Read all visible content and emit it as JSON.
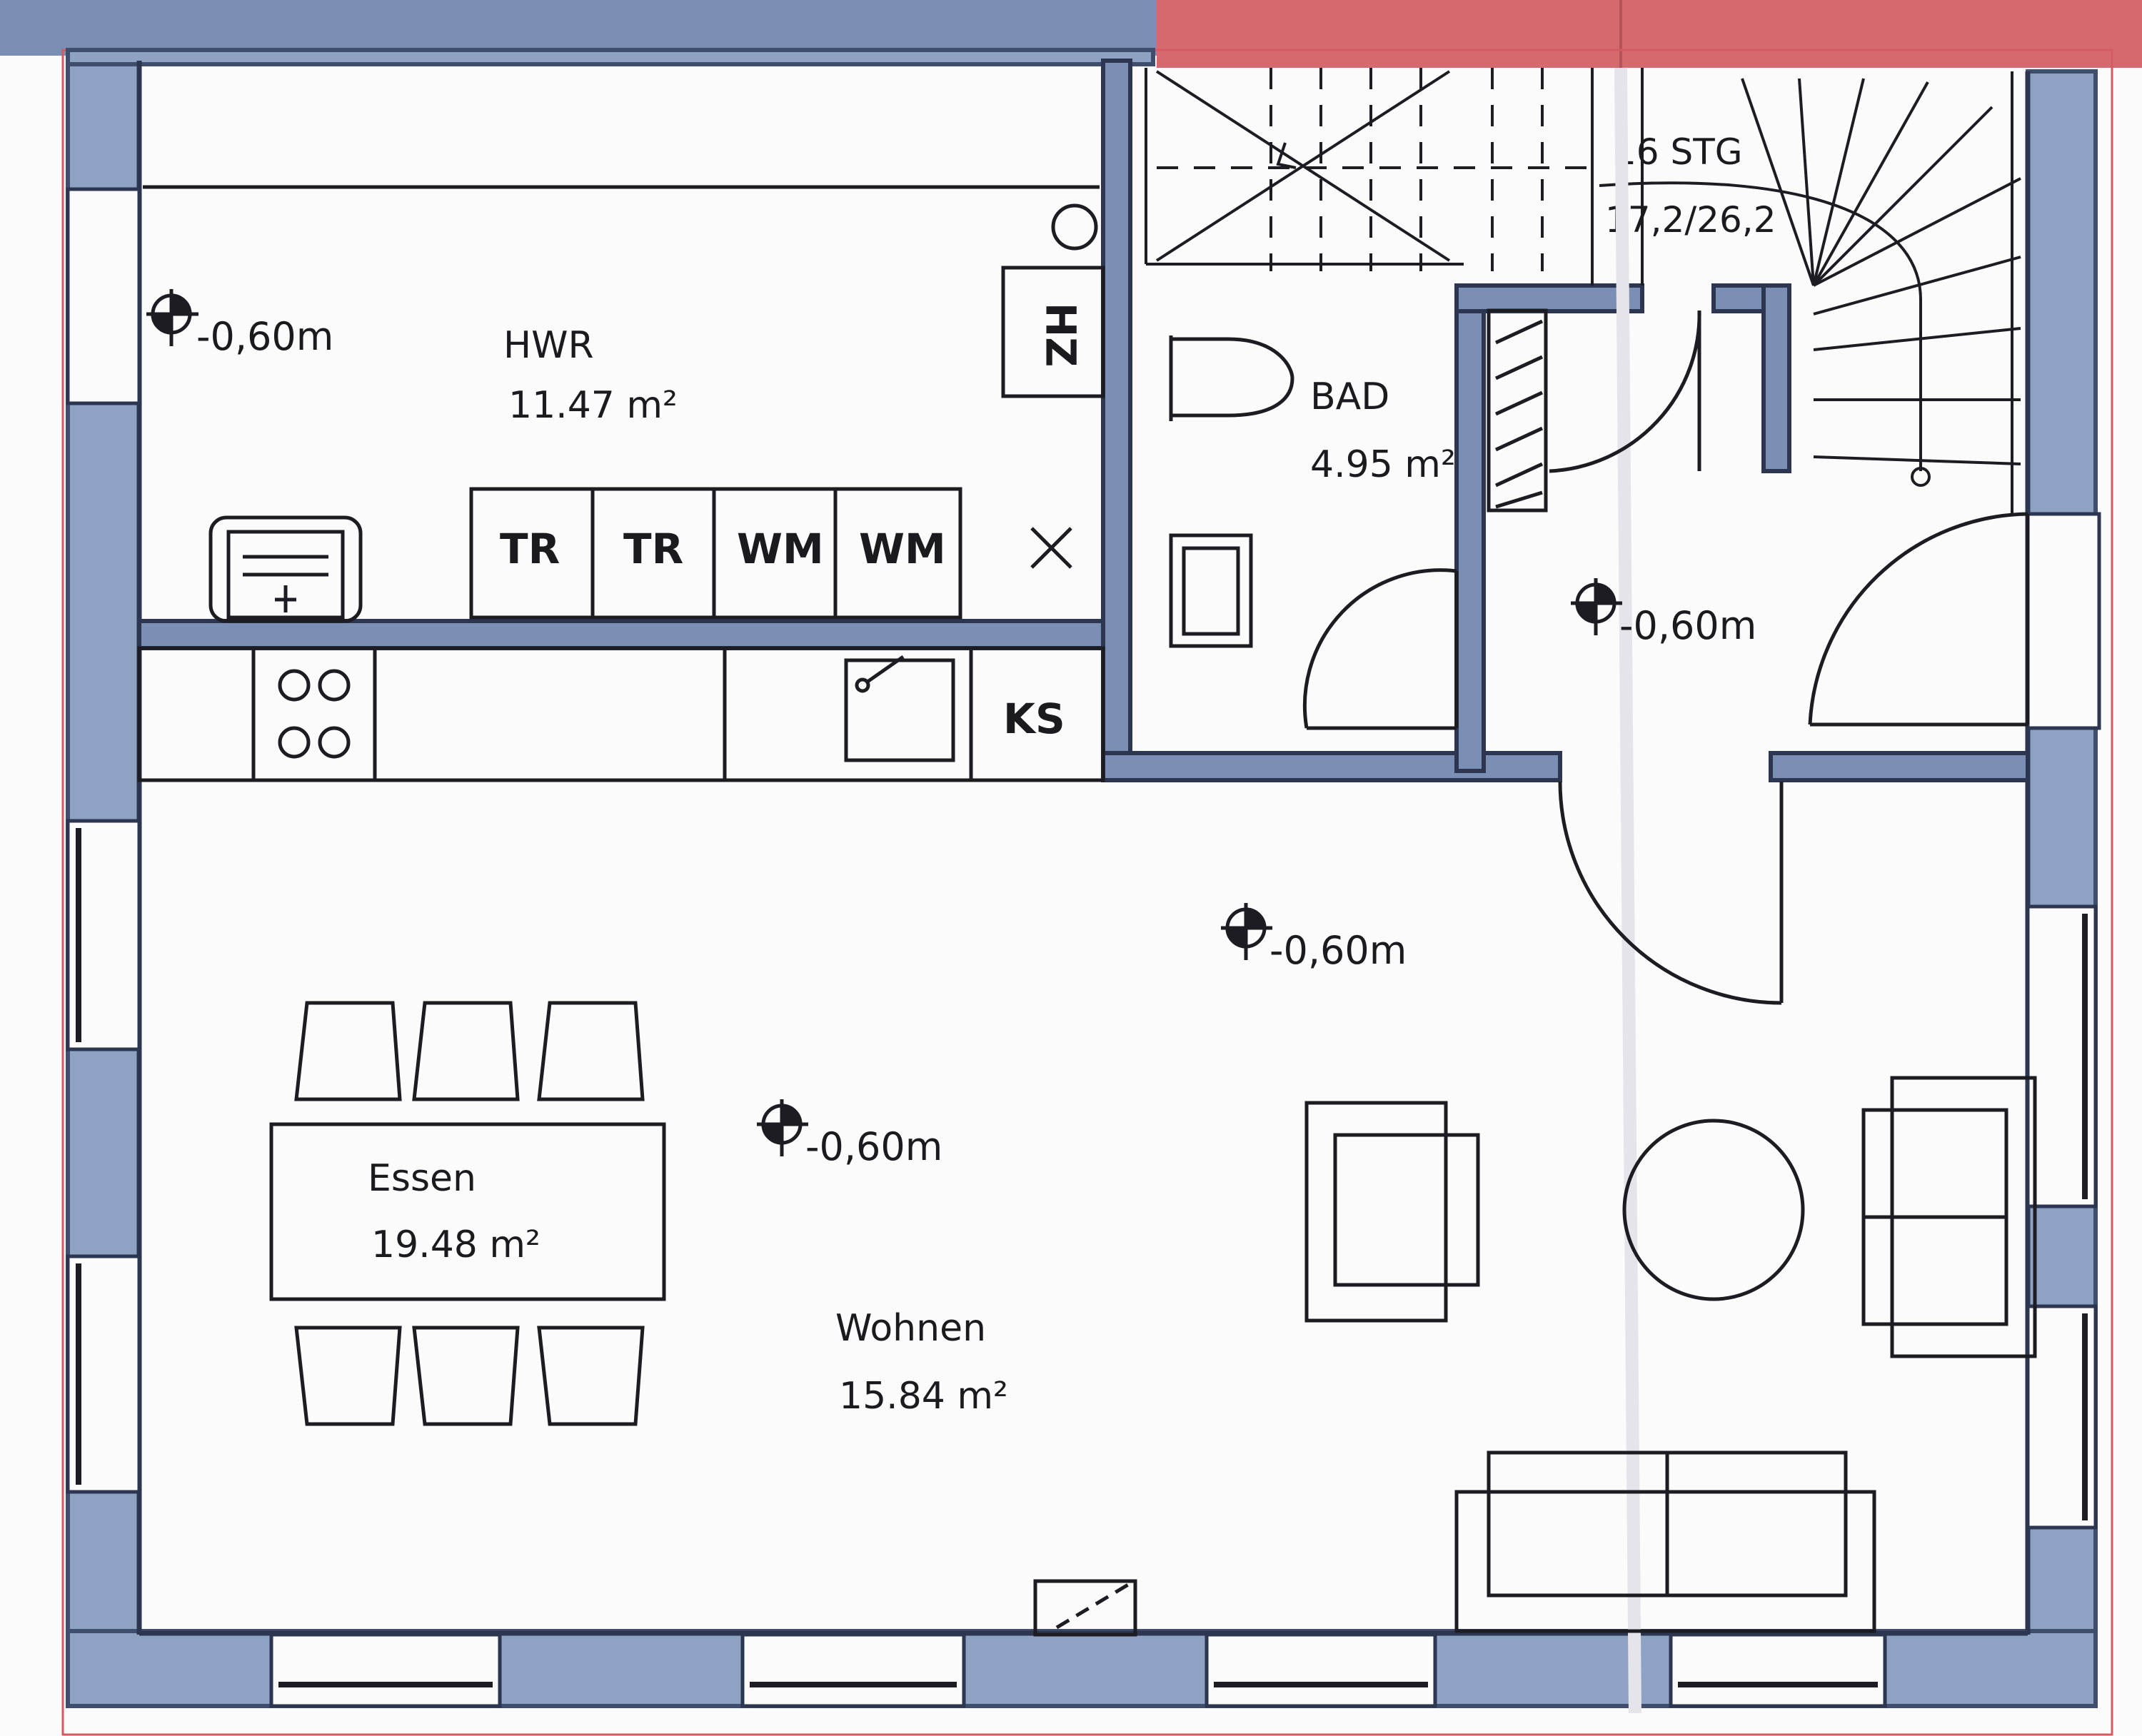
{
  "colors": {
    "wall": "#8ea3c4",
    "wall_dark": "#3f4e6d",
    "roof_red": "#d56a6e",
    "line": "#1c1c22",
    "paper": "#fbfbfc"
  },
  "rooms": {
    "hwr": {
      "name": "HWR",
      "area": "11.47 m²"
    },
    "bad": {
      "name": "BAD",
      "area": "4.95 m²"
    },
    "essen": {
      "name": "Essen",
      "area": "19.48 m²"
    },
    "wohnen": {
      "name": "Wohnen",
      "area": "15.84 m²"
    }
  },
  "levels": {
    "hwr": "-0,60m",
    "hall": "-0,60m",
    "living": "-0,60m",
    "dining": "-0,60m"
  },
  "stairs": {
    "steps": "16 STG",
    "ratio": "17,2/26,2"
  },
  "appliances": {
    "heating": "HZ",
    "dryer1": "TR",
    "dryer2": "TR",
    "washer1": "WM",
    "washer2": "WM",
    "fridge": "KS"
  }
}
